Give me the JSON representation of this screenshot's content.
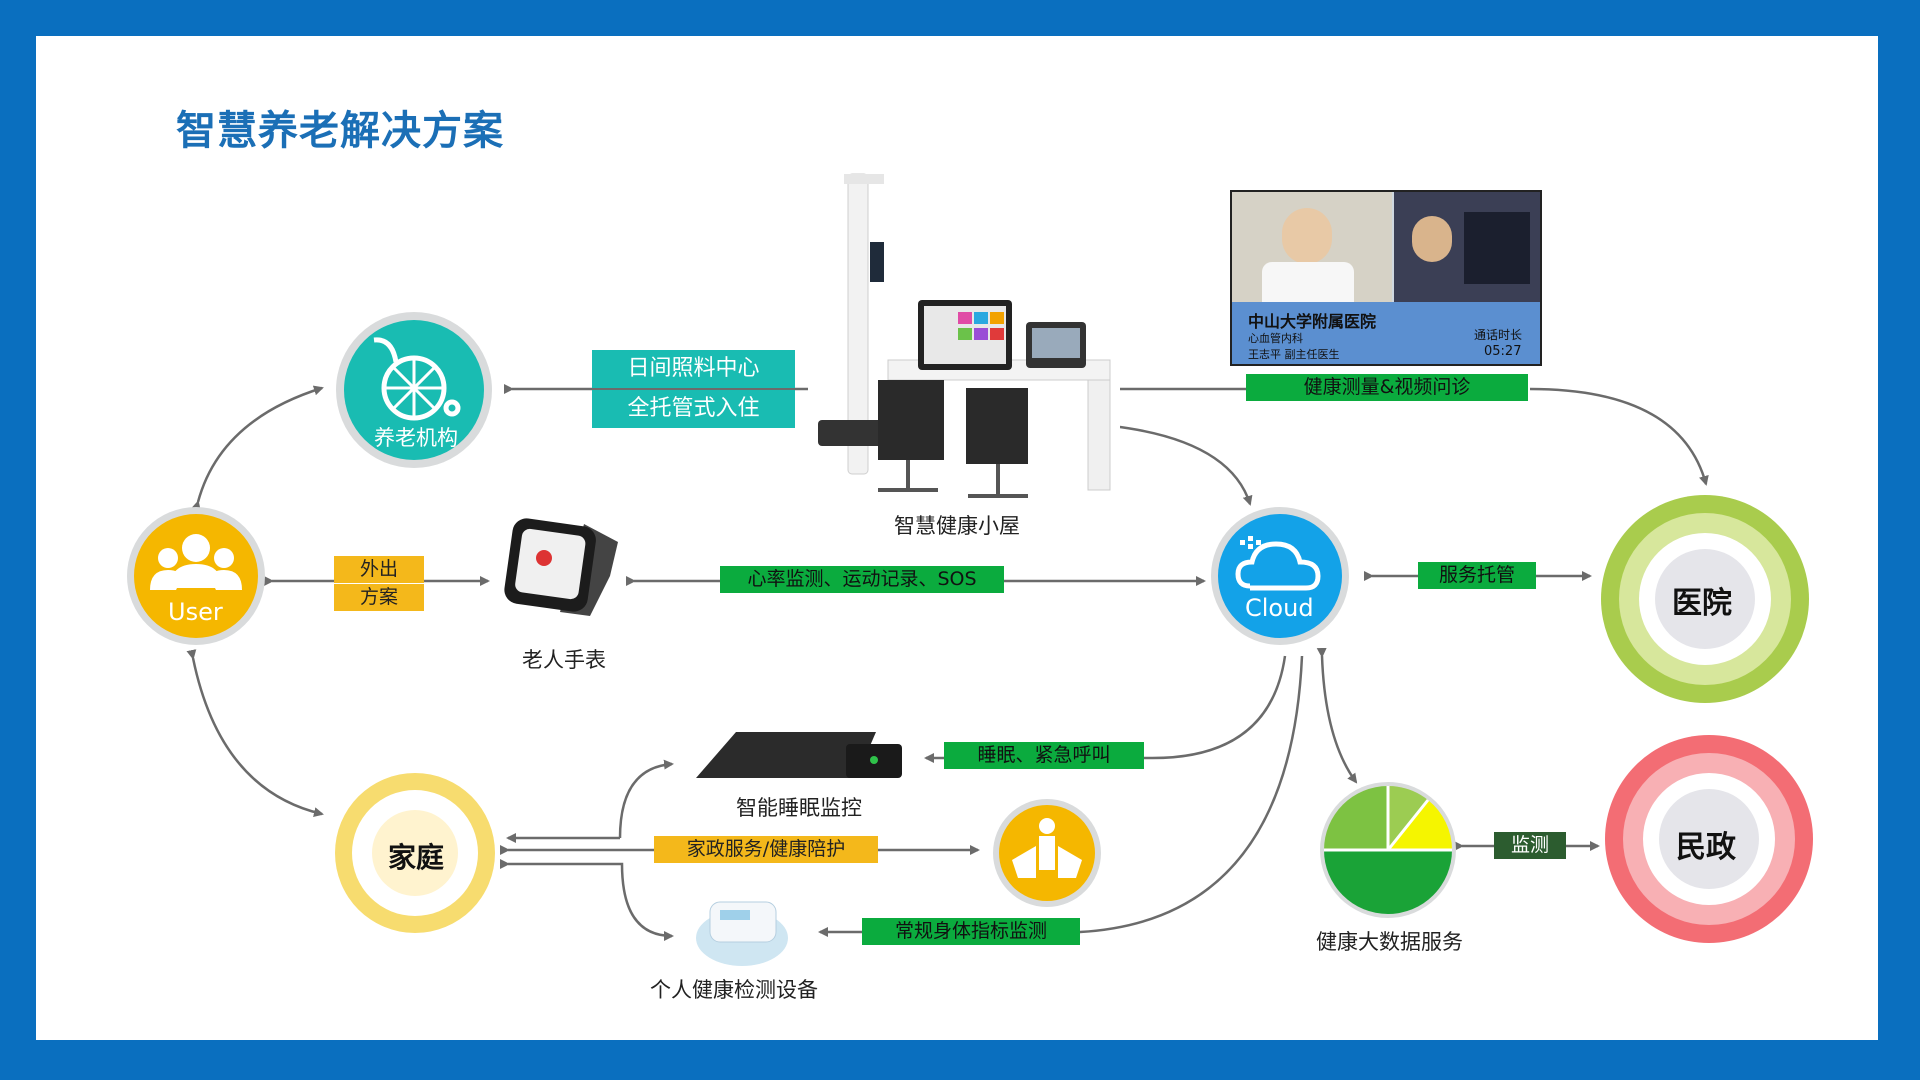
{
  "title": "智慧养老解决方案",
  "nodes": {
    "nursing": "养老机构",
    "user": "User",
    "family": "家庭",
    "cloud": "Cloud",
    "hospital": "医院",
    "civil": "民政"
  },
  "labels": {
    "smart_room": "智慧健康小屋",
    "watch": "老人手表",
    "sleep_monitor": "智能睡眠监控",
    "personal_device": "个人健康检测设备",
    "big_data": "健康大数据服务"
  },
  "tags": {
    "day_care": "日间照料中心",
    "full_care": "全托管式入住",
    "outing_1": "外出",
    "outing_2": "方案",
    "watch_link": "心率监测、运动记录、SOS",
    "video": "健康测量&视频问诊",
    "hosting": "服务托管",
    "sleep_link": "睡眠、紧急呼叫",
    "housekeeping": "家政服务/健康陪护",
    "routine": "常规身体指标监测",
    "monitor": "监测"
  },
  "video_call": {
    "hospital_name": "中山大学附属医院",
    "department": "心血管内科",
    "doctor": "王志平 副主任医生",
    "duration_label": "通话时长",
    "duration": "05:27"
  },
  "colors": {
    "frame": "#0a6fbf",
    "title": "#1b6fb6",
    "green_tag": "#0bab3e",
    "teal": "#19bcb2",
    "amber": "#f4b81b"
  }
}
